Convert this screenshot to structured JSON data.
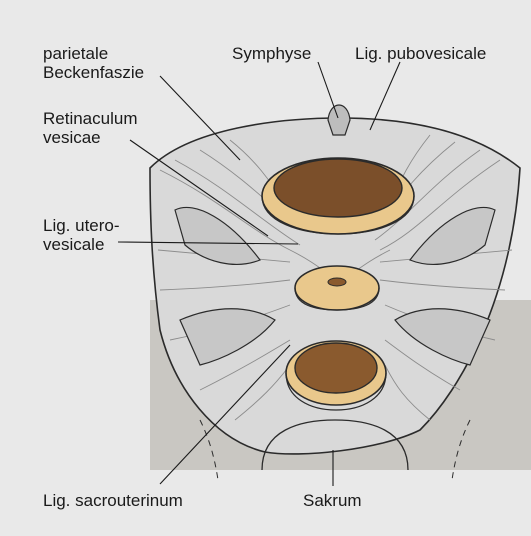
{
  "labels": {
    "parietale_beckenfaszie": [
      "parietale",
      "Beckenfaszie"
    ],
    "symphyse": "Symphyse",
    "lig_pubovesicale": "Lig. pubovesicale",
    "retinaculum_vesicae": [
      "Retinaculum",
      "vesicae"
    ],
    "lig_uterovesicale": [
      "Lig. utero-",
      "vesicale"
    ],
    "lig_sacrouterinum": "Lig. sacrouterinum",
    "sakrum": "Sakrum"
  },
  "colors": {
    "background": "#e9e9e9",
    "shadow": "#c9c7c2",
    "fascia": "#d9d9d9",
    "fascia_fiber": "#8c8c8c",
    "ring": "#e9c88c",
    "lumen_bladder": "#7b4f2a",
    "lumen_rectum": "#8a5a2e",
    "lumen_vagina": "#8a5a2e",
    "outline": "#2b2b2b"
  }
}
